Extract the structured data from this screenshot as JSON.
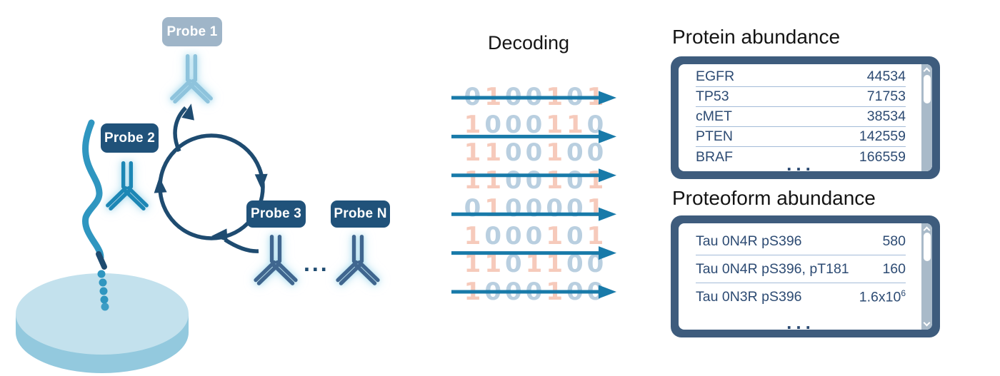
{
  "colors": {
    "navy": "#1e4b70",
    "label_dark": "#20527a",
    "label_light": "#9fb5c8",
    "antibody_probe1": "#8ec3dc",
    "antibody_probe2": "#1f87b5",
    "antibody_probe3n": "#3f668f",
    "strand": "#2f96c0",
    "disc_top": "#c3e1ed",
    "disc_side": "#93c9de",
    "bit_one": "#f6cabb",
    "bit_zero": "#b9cfe0",
    "decode_arrow": "#187aa9",
    "panel_frame": "#3e5c7d",
    "scroll_track": "#a9bac9",
    "table_text": "#2d4b73"
  },
  "diagram": {
    "probes": [
      {
        "id": "probe-1",
        "label": "Probe 1"
      },
      {
        "id": "probe-2",
        "label": "Probe 2"
      },
      {
        "id": "probe-3",
        "label": "Probe 3"
      },
      {
        "id": "probe-n",
        "label": "Probe N"
      }
    ],
    "ellipsis": "..."
  },
  "decoding": {
    "title": "Decoding",
    "codes": [
      "0100101",
      "1000110",
      "1100100",
      "1100101",
      "0100001",
      "1000101",
      "1101100",
      "1000100"
    ]
  },
  "protein_panel": {
    "title": "Protein abundance",
    "rows": [
      {
        "name": "EGFR",
        "value": "44534"
      },
      {
        "name": "TP53",
        "value": "71753"
      },
      {
        "name": "cMET",
        "value": "38534"
      },
      {
        "name": "PTEN",
        "value": "142559"
      },
      {
        "name": "BRAF",
        "value": "166559"
      }
    ],
    "ellipsis": "..."
  },
  "proteoform_panel": {
    "title": "Proteoform abundance",
    "rows": [
      {
        "name": "Tau 0N4R pS396",
        "value": "580"
      },
      {
        "name": "Tau 0N4R pS396, pT181",
        "value": "160"
      },
      {
        "name": "Tau 0N3R pS396",
        "value": "1.6x10^6"
      }
    ],
    "ellipsis": "..."
  }
}
